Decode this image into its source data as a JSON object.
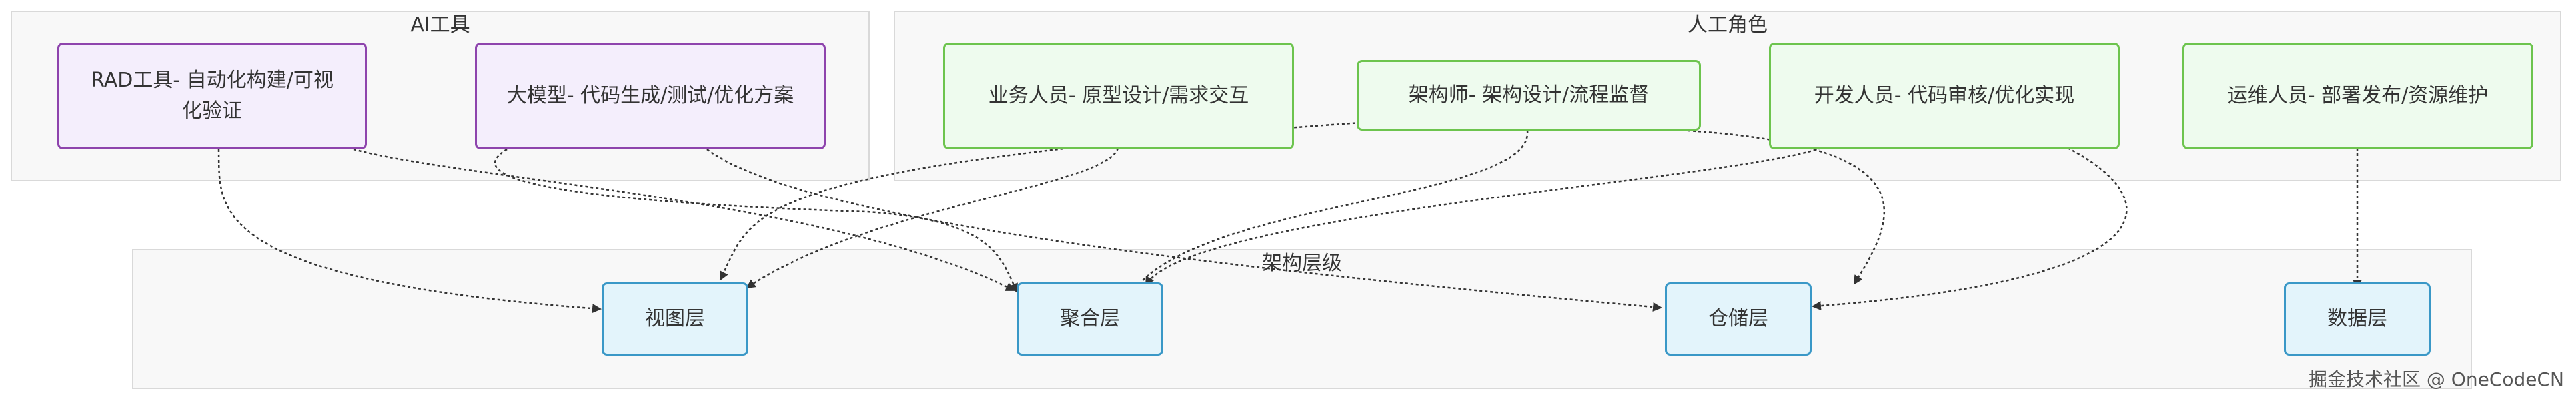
{
  "groups": {
    "ai_tools": {
      "title": "AI工具"
    },
    "human_roles": {
      "title": "人工角色"
    },
    "architecture": {
      "title": "架构层级"
    }
  },
  "nodes": {
    "rad_tools": "RAD工具- 自动化构建/可视化验证",
    "llm": "大模型- 代码生成/测试/优化方案",
    "business": "业务人员- 原型设计/需求交互",
    "architect": "架构师- 架构设计/流程监督",
    "developer": "开发人员- 代码审核/优化实现",
    "ops": "运维人员- 部署发布/资源维护",
    "view_layer": "视图层",
    "aggregation_layer": "聚合层",
    "warehouse_layer": "仓储层",
    "data_layer": "数据层"
  },
  "edges": [
    {
      "from": "rad_tools",
      "to": "view_layer"
    },
    {
      "from": "rad_tools",
      "to": "aggregation_layer"
    },
    {
      "from": "llm",
      "to": "aggregation_layer"
    },
    {
      "from": "llm",
      "to": "warehouse_layer"
    },
    {
      "from": "business",
      "to": "view_layer"
    },
    {
      "from": "architect",
      "to": "view_layer"
    },
    {
      "from": "architect",
      "to": "aggregation_layer"
    },
    {
      "from": "architect",
      "to": "warehouse_layer"
    },
    {
      "from": "developer",
      "to": "aggregation_layer"
    },
    {
      "from": "developer",
      "to": "warehouse_layer"
    },
    {
      "from": "ops",
      "to": "data_layer"
    }
  ],
  "colors": {
    "ai_node_fill": "#f4eefc",
    "ai_node_border": "#8e44ad",
    "human_node_fill": "#eefbee",
    "human_node_border": "#6dc44e",
    "layer_node_fill": "#e3f4fb",
    "layer_node_border": "#3a98c7",
    "edge": "#333333"
  },
  "watermark": "掘金技术社区 @ OneCodeCN"
}
